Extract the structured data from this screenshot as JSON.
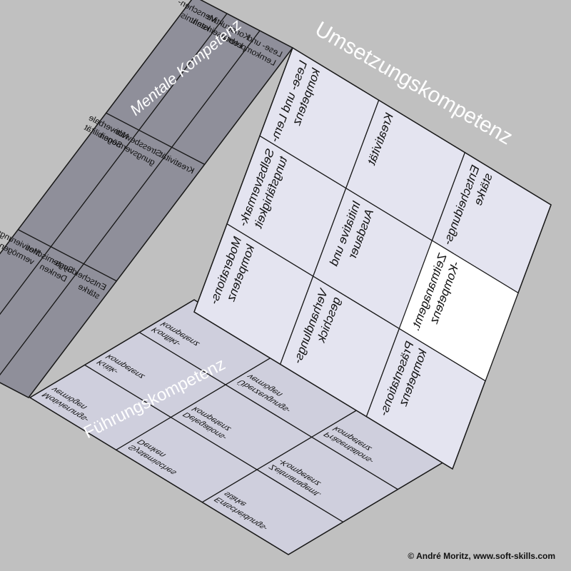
{
  "faces": {
    "left": {
      "label": "Mentale Kompetenz",
      "cells": [
        [
          "Lese- und|Lernkompetenz",
          "Konstruktive|Lebenseinstell.",
          "Menschen-|kenntnis"
        ],
        [
          "Kreativität",
          "Stressbewälti-|gungsvermögen",
          "Nonverbale|Sensibilität"
        ],
        [
          "Entscheidungs-|stärke",
          "Systemisches|Denken",
          "Motivierungs-|vermögen"
        ]
      ]
    },
    "right": {
      "label": "Umsetzungskompetenz",
      "cells": [
        [
          "Lese- und Lern-|kompetenz",
          "Selbstvermark-|tungsfähigkeit",
          "Moderations-|kompetenz"
        ],
        [
          "Kreativität",
          "Initiative und|Ausdauer",
          "Verhandlungs-|geschick"
        ],
        [
          "Entscheidungs-|stärke",
          "Zeitmanagemt.|-Kompetenz",
          "Präsentations-|kompetenz"
        ]
      ]
    },
    "bottom": {
      "label": "Führungskompetenz",
      "cells": [
        [
          "Motivierungs-|vermögen",
          "Systemisches|Denken",
          "Entscheidungs-|stärke"
        ],
        [
          "Kritik-|kompetenz",
          "Delegations-|kompetenz",
          "Zeitmanagemt.|-Kompetenz"
        ],
        [
          "Konflikt-|kompetenz",
          "Überzeugungs-|vermögen",
          "Präsentations-|kompetenz"
        ]
      ]
    }
  },
  "highlighted_cell": "Zeitmanagemt.|-Kompetenz",
  "credit": "© André Moritz, www.soft-skills.com",
  "colors": {
    "background": "#c0c0c0",
    "left_face": "#8f8f9a",
    "right_face": "#e4e4f0",
    "bottom_face": "#cfcfdd",
    "highlight": "#ffffff",
    "grid": "#1a1a1a",
    "label": "#ffffff"
  }
}
